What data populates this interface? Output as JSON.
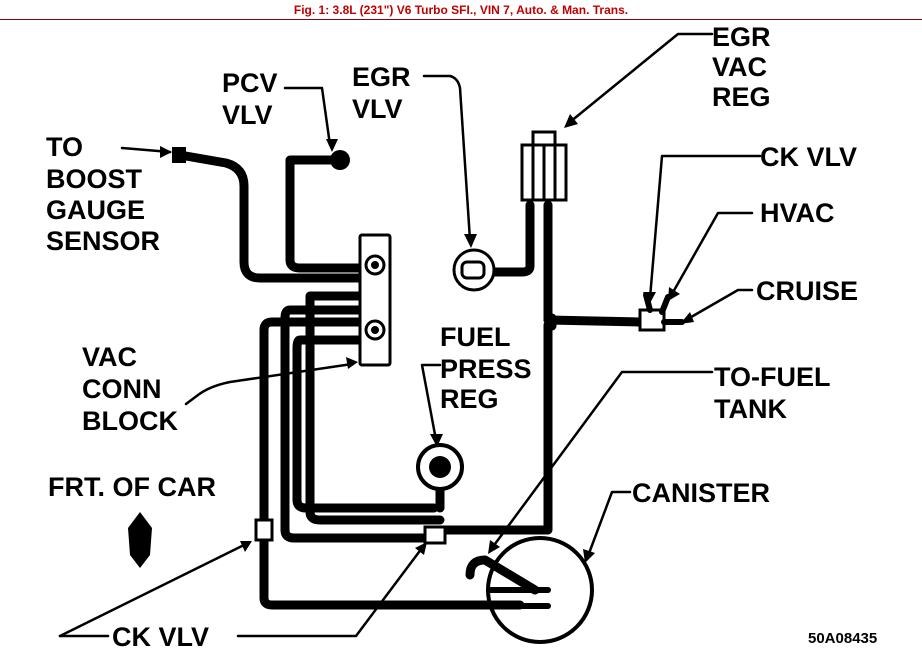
{
  "header": {
    "title": "Fig. 1:  3.8L (231\") V6 Turbo SFI., VIN 7, Auto. & Man. Trans."
  },
  "labels": {
    "to_boost": [
      "TO",
      "BOOST",
      "GAUGE",
      "SENSOR"
    ],
    "pcv_vlv": [
      "PCV",
      "VLV"
    ],
    "egr_vlv": [
      "EGR",
      "VLV"
    ],
    "egr_vac_reg": [
      "EGR",
      "VAC",
      "REG"
    ],
    "ck_vlv_top": "CK  VLV",
    "hvac": "HVAC",
    "cruise": "CRUISE",
    "vac_conn_block": [
      "VAC",
      "CONN",
      "BLOCK"
    ],
    "fuel_press_reg": [
      "FUEL",
      "PRESS",
      "REG"
    ],
    "to_fuel_tank": [
      "TO-FUEL",
      "TANK"
    ],
    "frt_of_car": "FRT. OF CAR",
    "canister": "CANISTER",
    "ck_vlv_bottom": "CK  VLV",
    "figure_code": "50A08435"
  },
  "colors": {
    "header_text": "#c00000",
    "ink": "#000000",
    "background": "#ffffff"
  }
}
